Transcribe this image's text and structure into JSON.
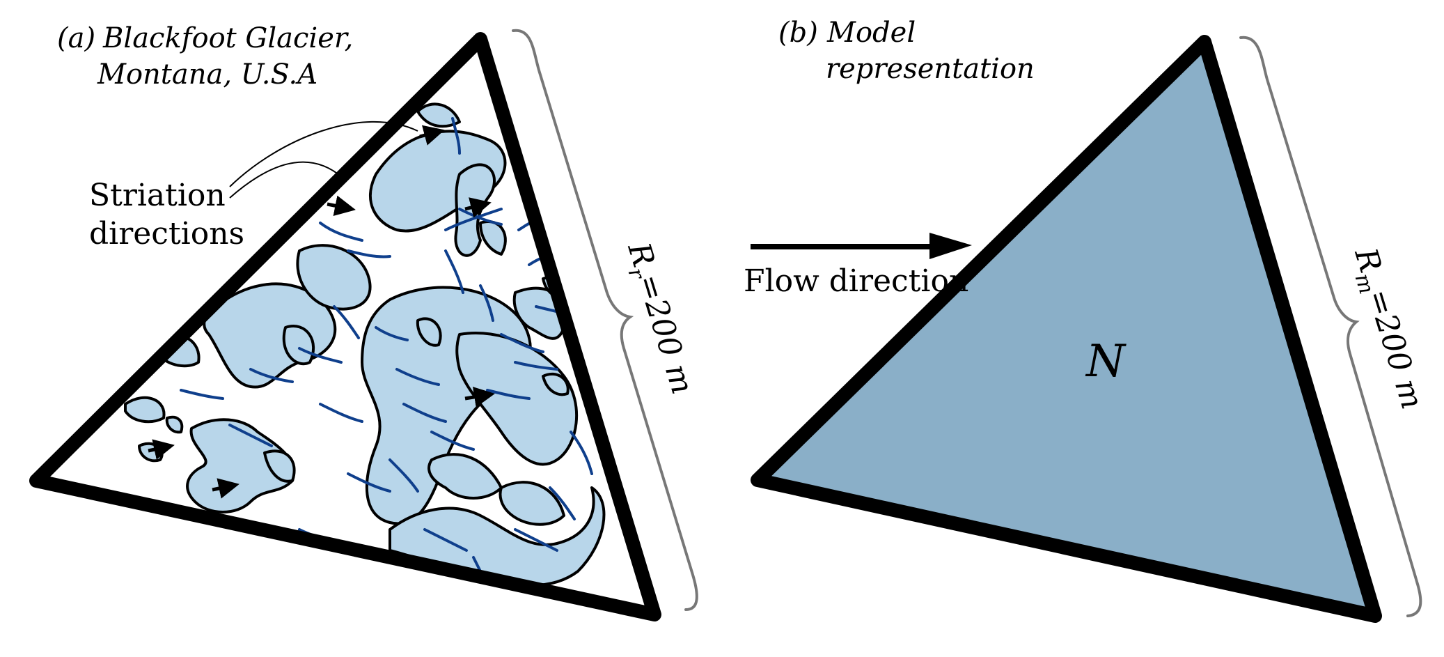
{
  "panel_a": {
    "label": "(a)",
    "title_line1": "Blackfoot Glacier,",
    "title_line2": "Montana, U.S.A",
    "callout_line1": "Striation",
    "callout_line2": "directions",
    "dimension_label": "R",
    "dimension_sub": "r",
    "dimension_value": "=200 m"
  },
  "panel_b": {
    "label": "(b)",
    "title_line1": "Model",
    "title_line2": "representation",
    "center_label": "N",
    "dimension_label": "R",
    "dimension_sub": "m",
    "dimension_value": "=200 m"
  },
  "flow": {
    "label": "Flow direction"
  },
  "colors": {
    "outline": "#000000",
    "patch_fill": "#b8d6ea",
    "striation": "#0f3f8c",
    "model_fill": "#8aafc8",
    "brace": "#777777"
  }
}
